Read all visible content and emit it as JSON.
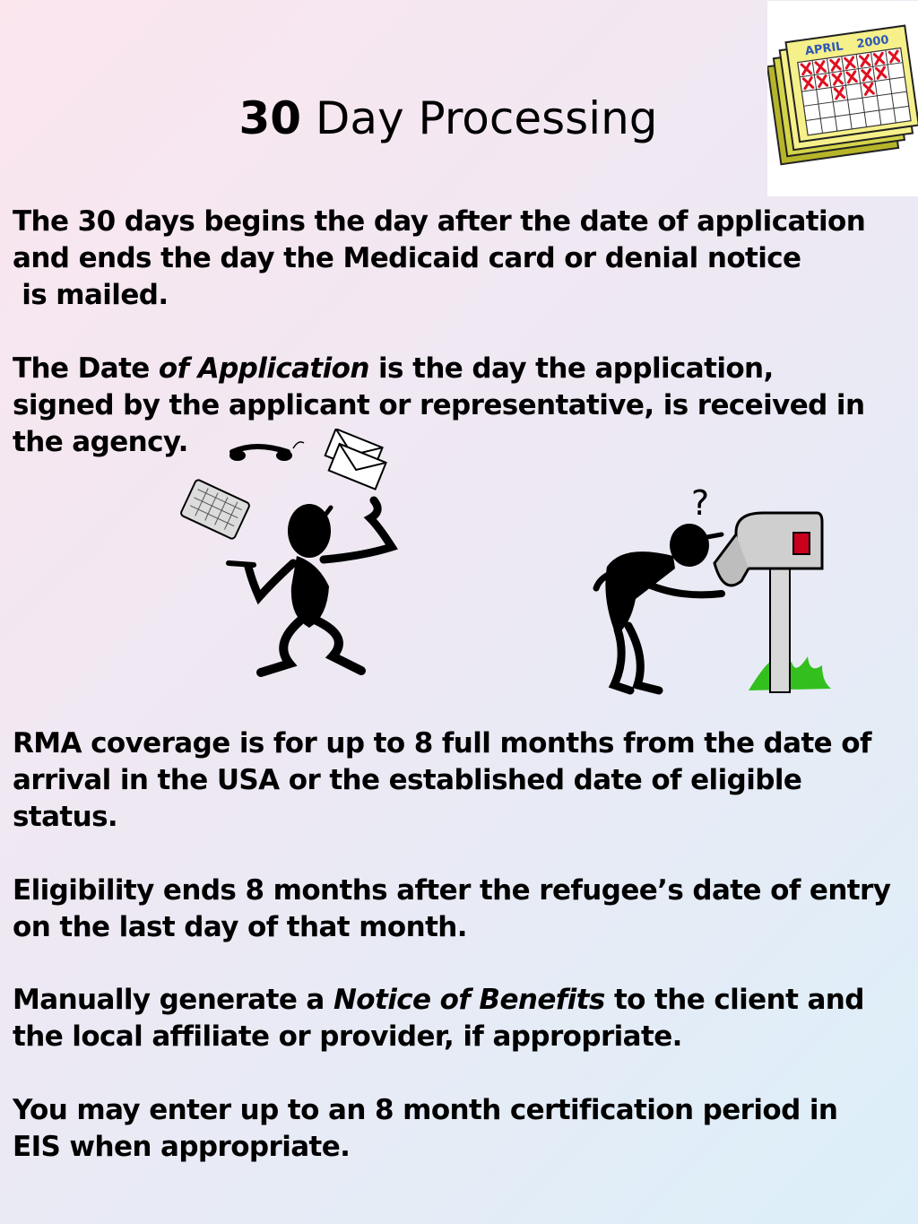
{
  "slide": {
    "title_number": "30",
    "title_text": " Day Processing",
    "calendar": {
      "month": "APRIL",
      "year": "2000"
    },
    "paragraphs": {
      "p1": {
        "line1": "The 30 days begins the day after the date of application",
        "line2": "and ends the day the Medicaid card or denial notice",
        "line3": " is mailed."
      },
      "p2": {
        "pre": "The Date ",
        "italic": "of Application",
        "post": " is the day the application,",
        "line2": "signed by the applicant or representative, is received in",
        "line3": "the agency."
      },
      "p3": {
        "line1": "RMA coverage is for up to 8 full months from the date of",
        "line2": "arrival in the USA or the established date of eligible",
        "line3": "status."
      },
      "p4": {
        "line1": "Eligibility ends 8 months after the refugee’s date of entry",
        "line2": "on the last day of that month."
      },
      "p5": {
        "pre": "Manually generate a ",
        "italic": "Notice of Benefits",
        "post": " to the client and",
        "line2": "the local affiliate or provider, if appropriate."
      },
      "p6": {
        "line1": "You may enter up to an 8 month certification period in",
        "line2": "EIS when appropriate."
      }
    }
  },
  "colors": {
    "calendar_yellow": "#f6f08a",
    "calendar_olive": "#b6b52a",
    "calendar_header_blue": "#2d57b8",
    "calendar_x_red": "#e01020",
    "grass_green": "#33c01e",
    "flag_red": "#c8001e"
  }
}
